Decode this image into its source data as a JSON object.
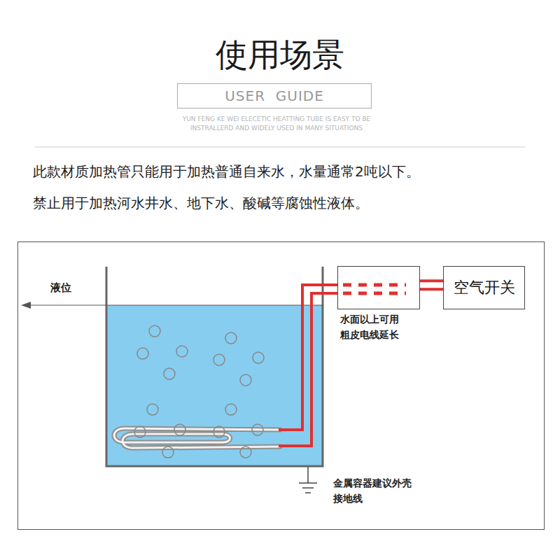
{
  "diagram": {
    "title": "使用场景",
    "nodes": [
      {
        "text": [
          "USER  GUIDE"
        ]
      },
      {
        "text": [
          "水面以上可用 粗皮电线延长"
        ]
      },
      {
        "text": [
          "空气开关"
        ]
      }
    ],
    "edges": [
      {
        "from": 1,
        "to": 2,
        "arrow": "none"
      }
    ],
    "labels": [
      "YUN FENG KE WEI ELECETIC HEATTING TUBE IS EASY TO BE INSTRALLERD AND WIDELY USED IN MANY SITUATIONS",
      "此款材质加热管只能用于加热普通自来水，水量通常2吨以下。",
      "禁止用于加热河水井水、地下水、酸碱等腐蚀性液体。",
      "液位",
      "金属容器建议外壳 接地线"
    ]
  }
}
